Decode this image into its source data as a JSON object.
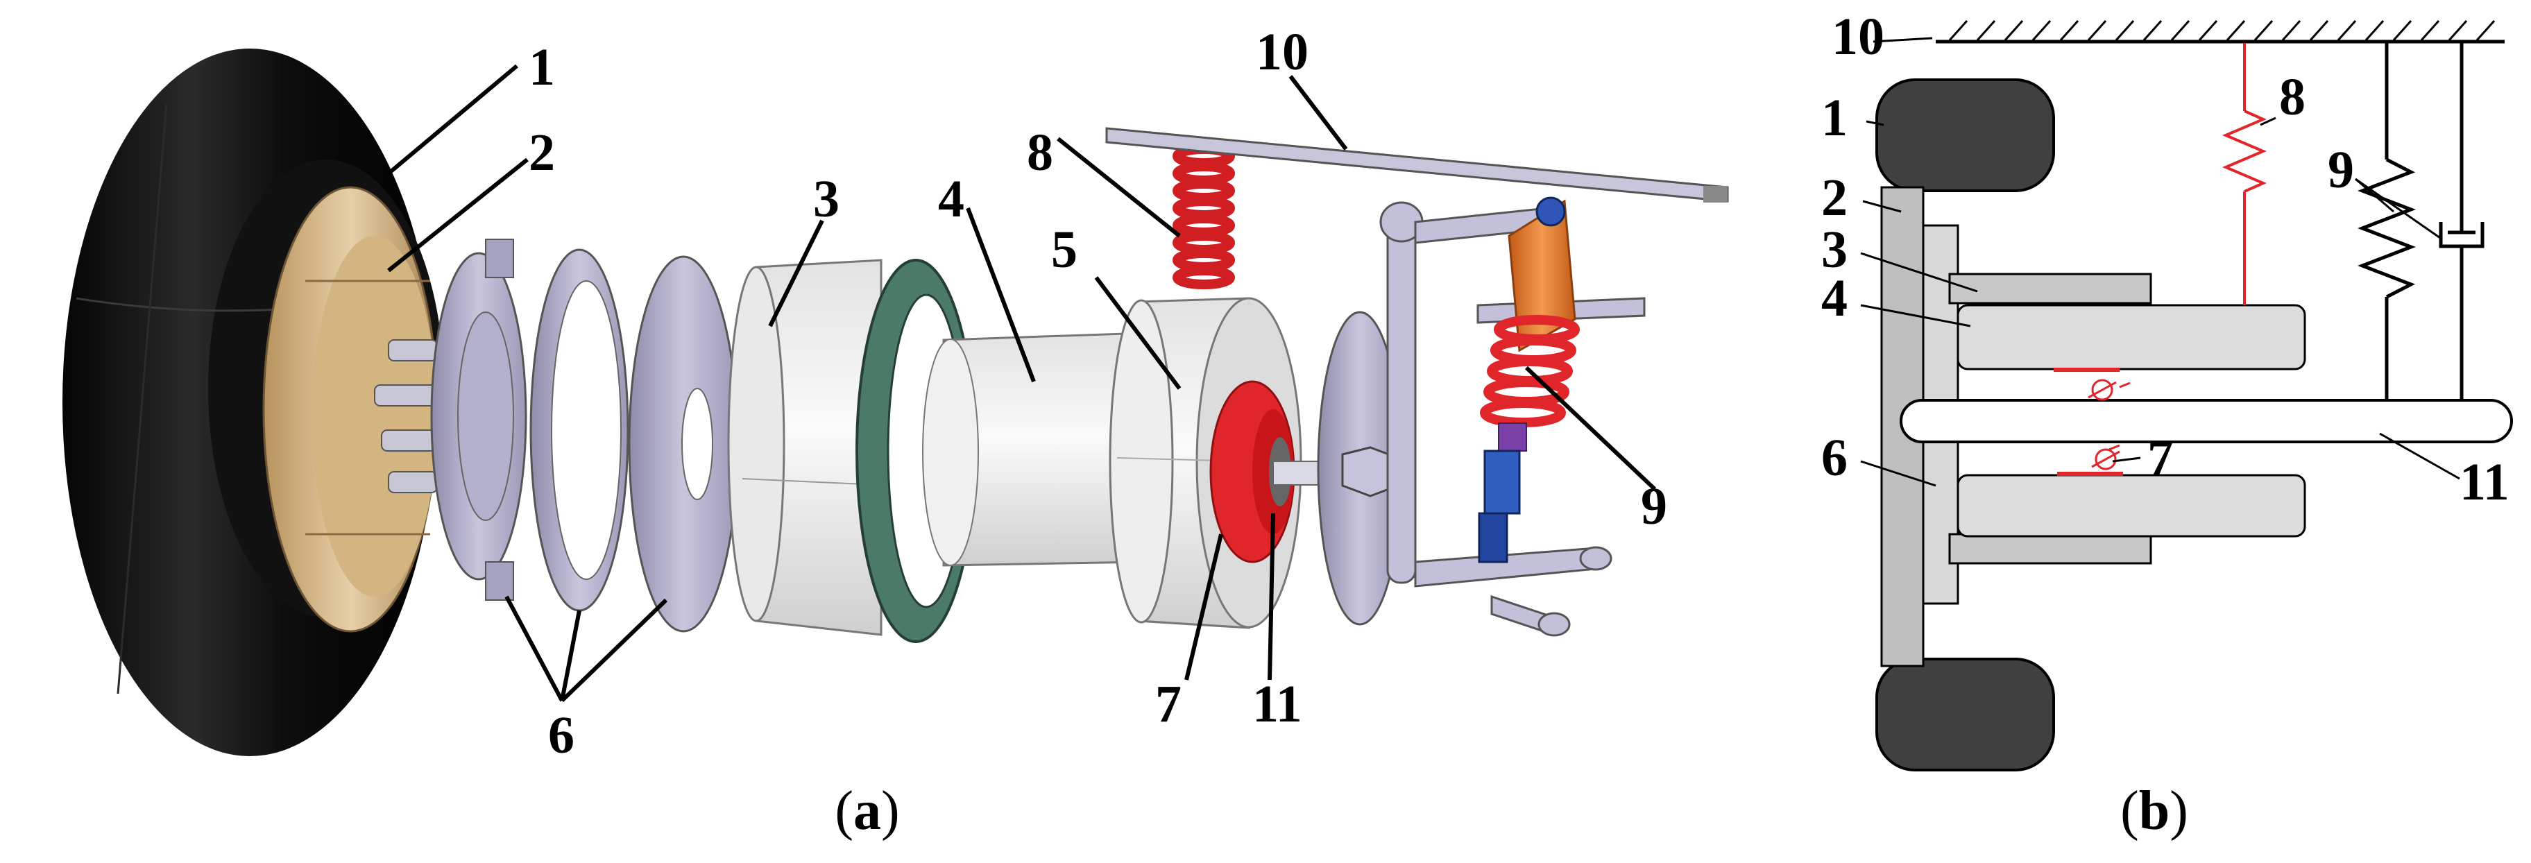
{
  "panel_a": {
    "caption_open": "(",
    "caption_letter": "a",
    "caption_close": ")",
    "labels": {
      "l1": "1",
      "l2": "2",
      "l3": "3",
      "l4": "4",
      "l5": "5",
      "l6": "6",
      "l7": "7",
      "l8": "8",
      "l9": "9",
      "l10": "10",
      "l11": "11"
    }
  },
  "panel_b": {
    "caption_open": "(",
    "caption_letter": "b",
    "caption_close": ")",
    "labels": {
      "l1": "1",
      "l2": "2",
      "l3": "3",
      "l4": "4",
      "l6": "6",
      "l7": "7",
      "l8": "8",
      "l9": "9",
      "l10": "10",
      "l11": "11"
    }
  },
  "colors": {
    "tire": "#0d0d0d",
    "hub_bronze": "#d8b98a",
    "disc_lavender": "#b7b4cf",
    "stator_white": "#ececec",
    "ring_green": "#3f6b5a",
    "spring_red": "#e0262a",
    "shock_orange": "#e67b2e",
    "shock_blue": "#2a5fb8",
    "schematic_gray": "#d9d9d9",
    "schematic_dark": "#404040",
    "red_line": "#e0262a"
  }
}
